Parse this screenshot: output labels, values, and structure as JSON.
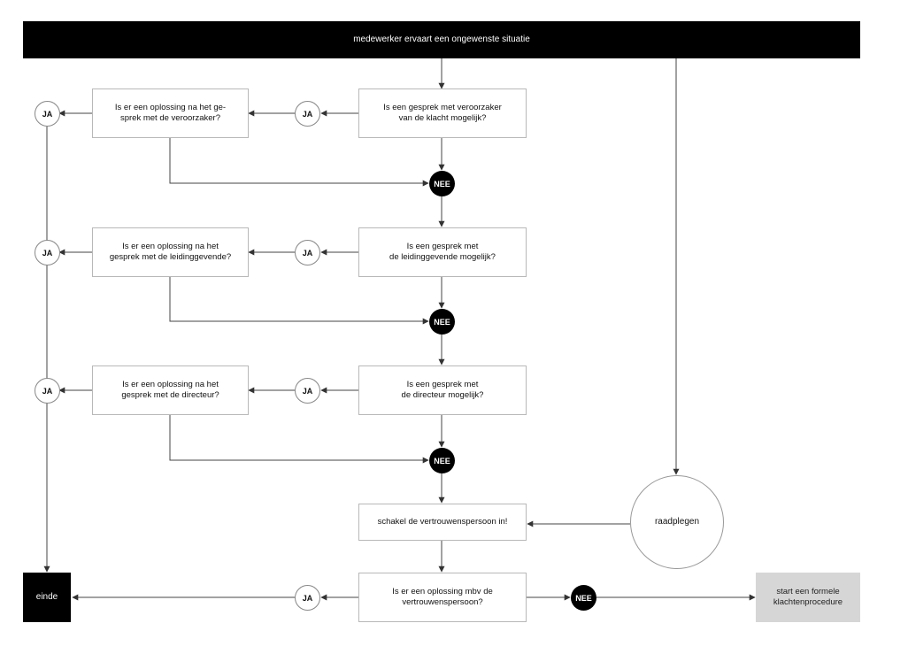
{
  "header": {
    "label": "medewerker ervaart een ongewenste situatie"
  },
  "questions": {
    "q1": "Is een gesprek met veroorzaker\nvan de klacht mogelijk?",
    "q2": "Is een gesprek met\nde leidinggevende mogelijk?",
    "q3": "Is een gesprek met\nde directeur mogelijk?"
  },
  "solutions": {
    "s1": "Is er een oplossing na het ge-\nsprek met de veroorzaker?",
    "s2": "Is er een oplossing na het\ngesprek met de leidinggevende?",
    "s3": "Is er een oplossing na het\ngesprek met de directeur?"
  },
  "vertrouwenspersoon": {
    "schakel": "schakel de vertrouwenspersoon in!",
    "oplossing": "Is er een oplossing mbv de\nvertrouwenspersoon?"
  },
  "raadplegen": "raadplegen",
  "einde": "einde",
  "formeel": "start een formele\nklachtenprocedure",
  "labels": {
    "ja": "JA",
    "nee": "NEE"
  },
  "colors": {
    "dark": "#000000",
    "line": "#444444",
    "box_border": "#b8b8b8",
    "formal_fill": "#d6d6d6"
  }
}
